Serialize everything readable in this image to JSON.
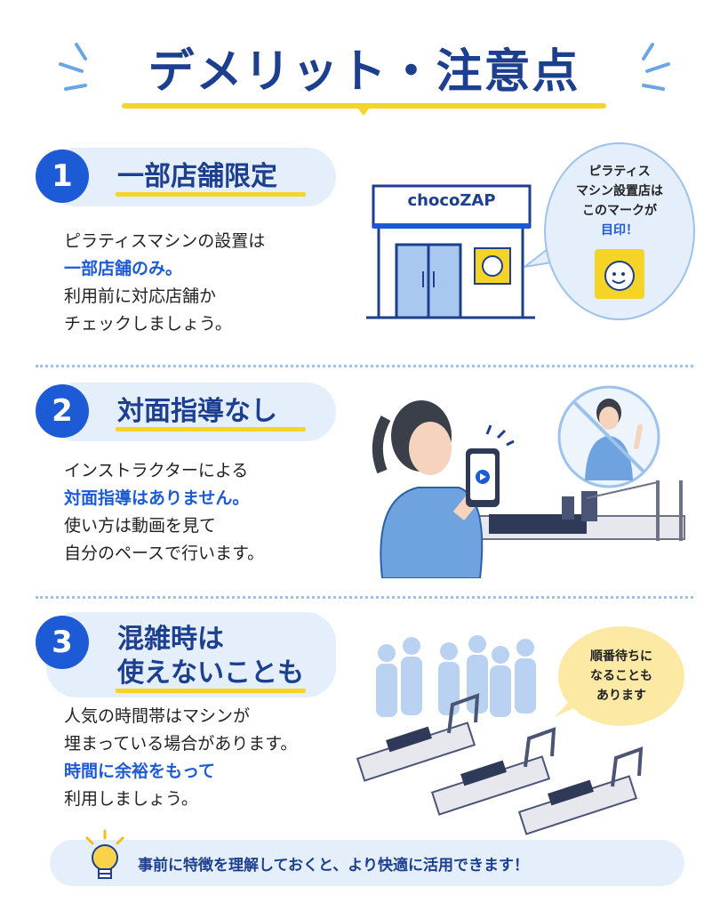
{
  "page": {
    "title": "デメリット・注意点"
  },
  "sections": [
    {
      "num": "1",
      "title": "一部店舗限定",
      "lines": [
        "ピラティスマシンの設置は",
        "一部店舗のみ。",
        "利用前に対応店舗か",
        "チェックしましょう。"
      ],
      "store_sign": "chocoZAP",
      "bubble": {
        "line1": "ピラティス",
        "line2": "マシン設置店は",
        "line3": "このマークが",
        "line4": "目印！"
      }
    },
    {
      "num": "2",
      "title": "対面指導なし",
      "lines": [
        "インストラクターによる",
        "対面指導はありません。",
        "使い方は動画を見て",
        "自分のペースで行います。"
      ]
    },
    {
      "num": "3",
      "title_line1": "混雑時は",
      "title_line2": "使えないことも",
      "lines": [
        "人気の時間帯はマシンが",
        "埋まっている場合があります。",
        "時間に余裕をもって",
        "利用しましょう。"
      ],
      "bubble": {
        "line1": "順番待ちに",
        "line2": "なることも",
        "line3": "あります"
      }
    }
  ],
  "tip": {
    "text": "事前に特徴を理解しておくと、より快適に活用できます！"
  },
  "colors": {
    "brand_blue": "#1d5bd6",
    "navy": "#1d3f8f",
    "accent_yellow": "#f5d327",
    "light_blue": "#e4effb"
  },
  "icons": [
    "sparkle-rays-icon",
    "store-icon",
    "chocozap-mark-icon",
    "no-instructor-icon",
    "smartphone-video-icon",
    "lightbulb-icon"
  ]
}
